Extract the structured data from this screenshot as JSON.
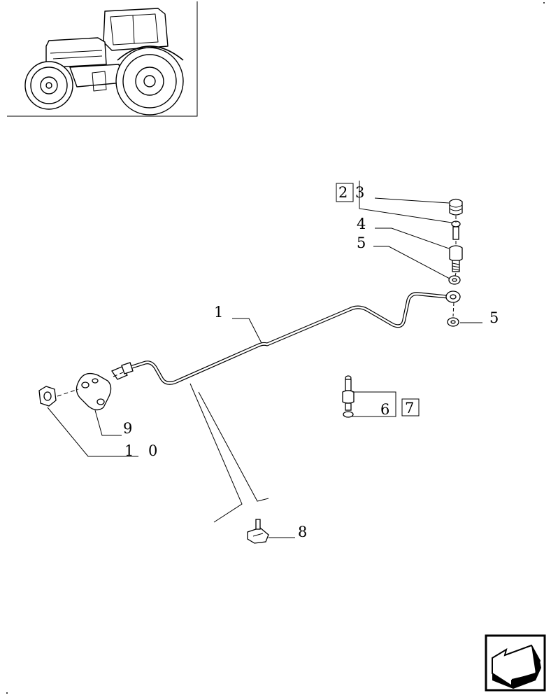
{
  "callouts": {
    "c1": "1",
    "c2": "2",
    "c3": "3",
    "c4": "4",
    "c5a": "5",
    "c5b": "5",
    "c6": "6",
    "c7": "7",
    "c8": "8",
    "c9": "9",
    "c10": "1 0"
  },
  "icons": {
    "thumbnail": "tractor-icon",
    "navigation": "back-arrow-icon"
  },
  "colors": {
    "line": "#000000",
    "background": "#ffffff"
  }
}
